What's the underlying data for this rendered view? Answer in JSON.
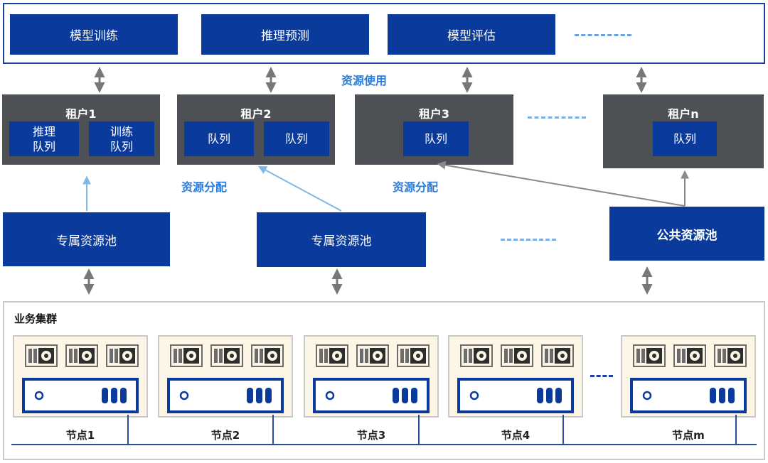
{
  "top": {
    "apps": [
      "模型训练",
      "推理预测",
      "模型评估"
    ]
  },
  "labels": {
    "usage": "资源使用",
    "alloc1": "资源分配",
    "alloc2": "资源分配"
  },
  "tenants": [
    {
      "title": "租户1",
      "queues": [
        "推理\n队列",
        "训练\n队列"
      ]
    },
    {
      "title": "租户2",
      "queues": [
        "队列",
        "队列"
      ]
    },
    {
      "title": "租户3",
      "queues": [
        "队列"
      ]
    },
    {
      "title": "租户n",
      "queues": [
        "队列"
      ]
    }
  ],
  "pools": [
    "专属资源池",
    "专属资源池",
    "公共资源池"
  ],
  "cluster": {
    "title": "业务集群",
    "nodes": [
      "节点1",
      "节点2",
      "节点3",
      "节点4",
      "节点m"
    ]
  }
}
